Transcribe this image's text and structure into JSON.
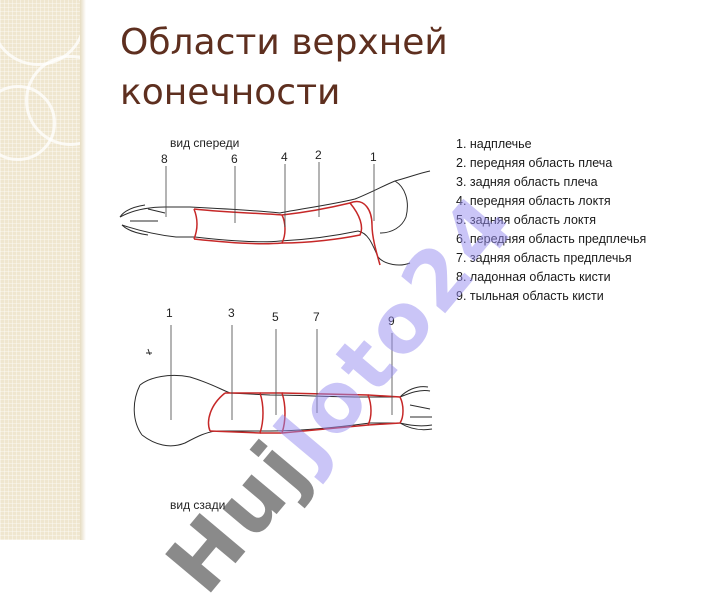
{
  "slide": {
    "title_line1": "Области верхней",
    "title_line2": "конечности"
  },
  "diagram": {
    "front_view_label": "вид спереди",
    "back_view_label": "вид сзади",
    "front_numbers": [
      "8",
      "6",
      "4",
      "2",
      "1"
    ],
    "back_numbers": [
      "1",
      "3",
      "5",
      "7",
      "9"
    ]
  },
  "legend": {
    "items": [
      "1. надплечье",
      "2. передняя область плеча",
      "3. задняя область плеча",
      "4. передняя область локтя",
      "5. задняя область локтя",
      "6. передняя область предплечья",
      "7. задняя область предплечья",
      "8. ладонная область кисти",
      "9. тыльная область кисти"
    ]
  },
  "watermark": {
    "part1": "Huj",
    "part2": "Joto24"
  },
  "colors": {
    "title": "#5e2f1f",
    "region_lines": "#c62828",
    "band": "#efe6cf"
  }
}
